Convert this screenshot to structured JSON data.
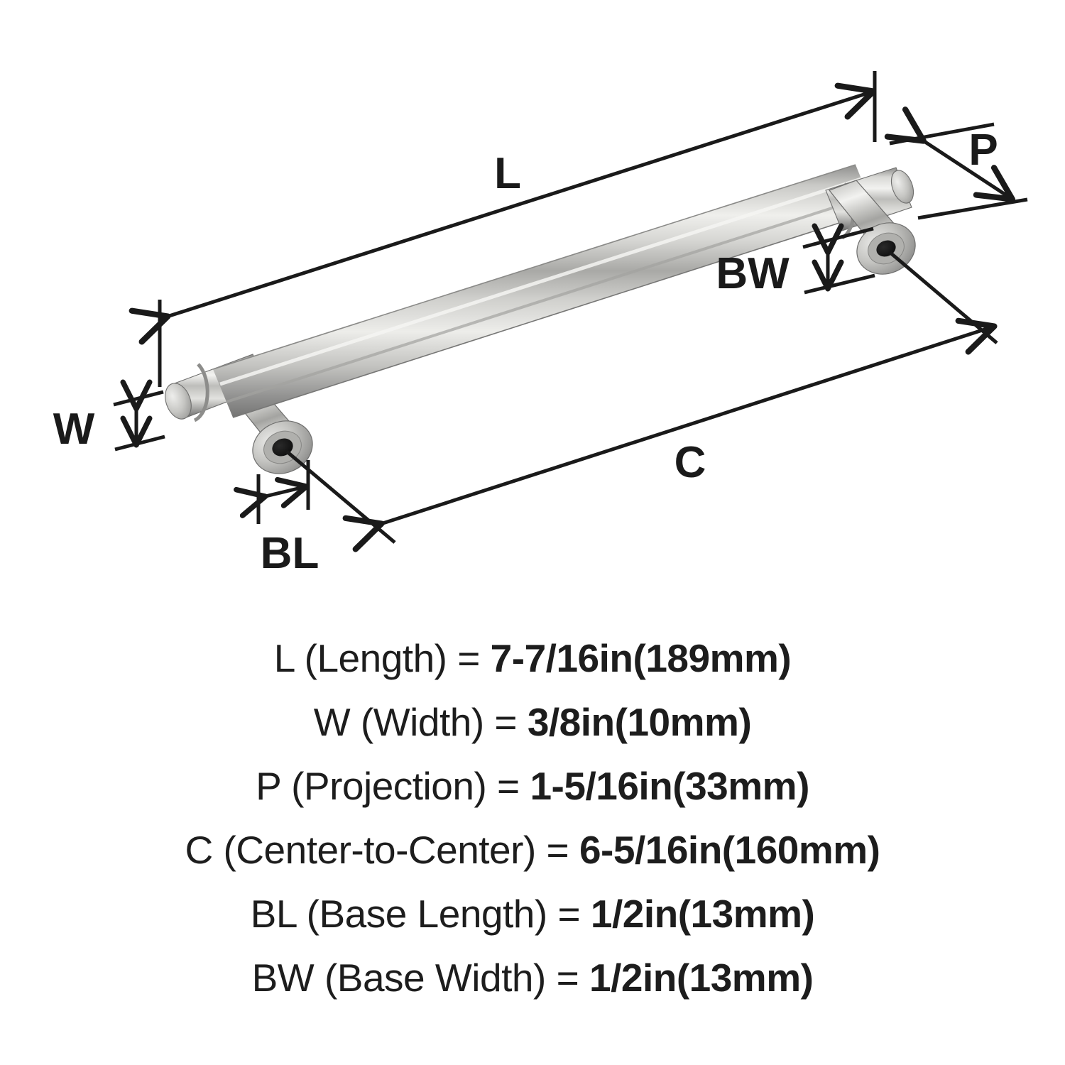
{
  "diagram": {
    "title": "cabinet-bar-pull-dimension-diagram",
    "labels": {
      "L": "L",
      "W": "W",
      "P": "P",
      "C": "C",
      "BL": "BL",
      "BW": "BW"
    },
    "colors": {
      "line": "#1a1a1a",
      "background": "#ffffff",
      "metal_dark": "#7e7e7e",
      "metal_mid": "#b9b9b7",
      "metal_light": "#ececea",
      "metal_shadow": "#6a6a6a",
      "hole_dark": "#171717"
    }
  },
  "specs": [
    {
      "key": "L",
      "label": "L (Length) = ",
      "value": "7-7/16in(189mm)",
      "dimension": "Length",
      "inches": "7-7/16in",
      "mm": "189mm"
    },
    {
      "key": "W",
      "label": "W (Width) = ",
      "value": "3/8in(10mm)",
      "dimension": "Width",
      "inches": "3/8in",
      "mm": "10mm"
    },
    {
      "key": "P",
      "label": "P (Projection) = ",
      "value": "1-5/16in(33mm)",
      "dimension": "Projection",
      "inches": "1-5/16in",
      "mm": "33mm"
    },
    {
      "key": "C",
      "label": "C (Center-to-Center) = ",
      "value": "6-5/16in(160mm)",
      "dimension": "Center-to-Center",
      "inches": "6-5/16in",
      "mm": "160mm"
    },
    {
      "key": "BL",
      "label": "BL (Base Length) = ",
      "value": "1/2in(13mm)",
      "dimension": "Base Length",
      "inches": "1/2in",
      "mm": "13mm"
    },
    {
      "key": "BW",
      "label": "BW (Base Width) = ",
      "value": "1/2in(13mm)",
      "dimension": "Base Width",
      "inches": "1/2in",
      "mm": "13mm"
    }
  ]
}
